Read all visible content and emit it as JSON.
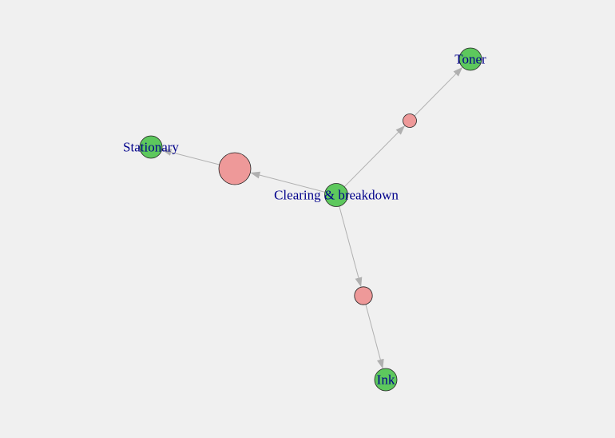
{
  "graph": {
    "colors": {
      "item_node": "#5dc85d",
      "rule_node": "#ee9999",
      "edge": "#b0b0b0",
      "label": "#00008b",
      "background": "#f0f0f0"
    },
    "items": [
      {
        "id": "clearing",
        "label": "Clearing & breakdown"
      },
      {
        "id": "stationary",
        "label": "Stationary"
      },
      {
        "id": "toner",
        "label": "Toner"
      },
      {
        "id": "ink",
        "label": "Ink"
      }
    ],
    "rules": [
      {
        "id": "rule-stationary",
        "size": 1.0
      },
      {
        "id": "rule-toner",
        "size": 0.28
      },
      {
        "id": "rule-ink",
        "size": 0.45
      }
    ],
    "edges": [
      {
        "from": "clearing",
        "to": "rule-stationary"
      },
      {
        "from": "rule-stationary",
        "to": "stationary"
      },
      {
        "from": "clearing",
        "to": "rule-toner"
      },
      {
        "from": "rule-toner",
        "to": "toner"
      },
      {
        "from": "clearing",
        "to": "rule-ink"
      },
      {
        "from": "rule-ink",
        "to": "ink"
      }
    ]
  }
}
